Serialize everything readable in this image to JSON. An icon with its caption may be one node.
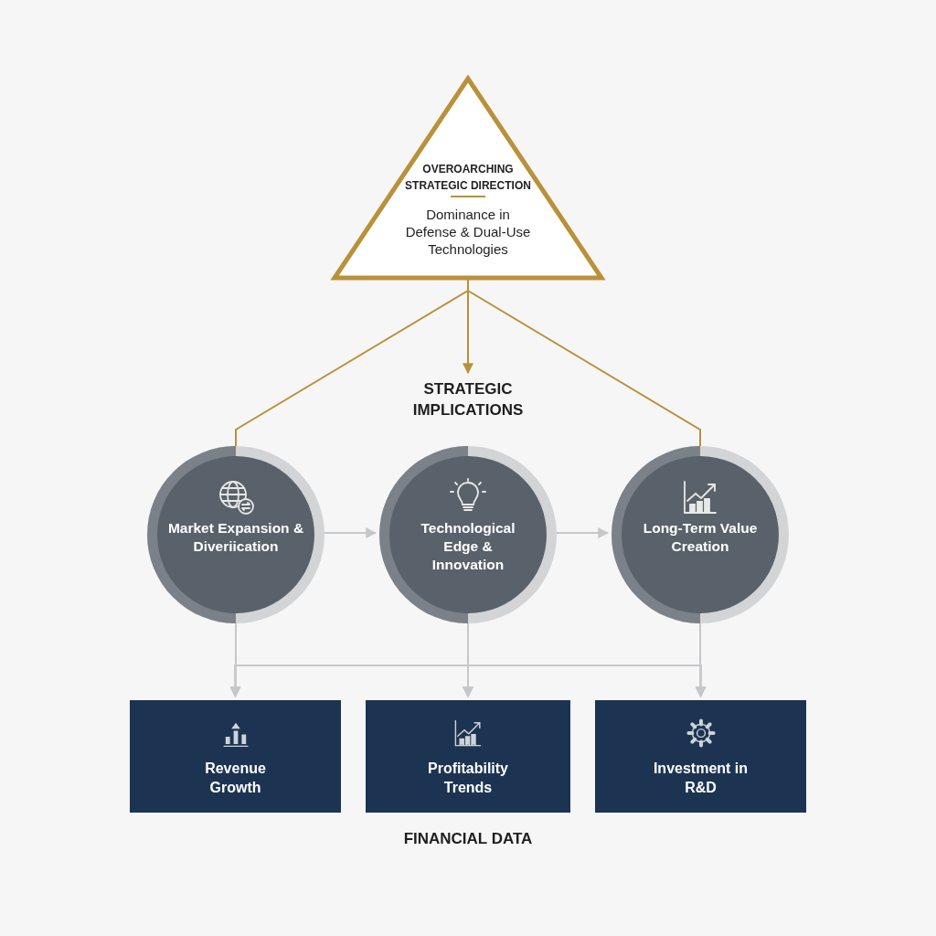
{
  "diagram": {
    "nodes": [
      {
        "text": [
          "OVEROARCHING STRATEGIC DIRECTION",
          "Dominance in Defense & Dual-Use Technologies"
        ]
      },
      {
        "text": [
          "STRATEGIC IMPLICATIONS"
        ]
      },
      {
        "text": [
          "Market Expansion & Diveriication"
        ]
      },
      {
        "text": [
          "Technological Edge & Innovation"
        ]
      },
      {
        "text": [
          "Long-Term Value Creation"
        ]
      },
      {
        "text": [
          "Revenue Growth"
        ]
      },
      {
        "text": [
          "Profitability Trends"
        ]
      },
      {
        "text": [
          "Investment in R&D"
        ]
      }
    ],
    "edges": [
      {
        "from": 0,
        "to": 1,
        "arrow": "to",
        "color": "#b8913a"
      },
      {
        "from": 0,
        "to": 2,
        "arrow": "none",
        "color": "#b8913a"
      },
      {
        "from": 0,
        "to": 4,
        "arrow": "none",
        "color": "#b8913a"
      },
      {
        "from": 2,
        "to": 3,
        "arrow": "to"
      },
      {
        "from": 3,
        "to": 4,
        "arrow": "to"
      },
      {
        "from": 2,
        "to": 5,
        "arrow": "to"
      },
      {
        "from": 2,
        "to": 6,
        "arrow": "to"
      },
      {
        "from": 2,
        "to": 7,
        "arrow": "to"
      },
      {
        "from": 3,
        "to": 5,
        "arrow": "to"
      },
      {
        "from": 3,
        "to": 6,
        "arrow": "to"
      },
      {
        "from": 3,
        "to": 7,
        "arrow": "to"
      },
      {
        "from": 4,
        "to": 5,
        "arrow": "to"
      },
      {
        "from": 4,
        "to": 6,
        "arrow": "to"
      },
      {
        "from": 4,
        "to": 7,
        "arrow": "to"
      }
    ],
    "labels": [
      "FINANCIAL DATA"
    ]
  }
}
